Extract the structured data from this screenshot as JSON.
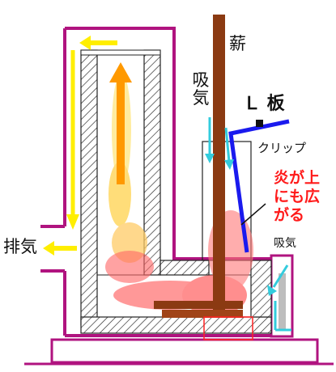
{
  "labels": {
    "firewood": "薪",
    "intake_top": "吸気",
    "l_plate": "Ｌ 板",
    "clip": "クリップ",
    "flame_note": "炎が上にも広がる",
    "exhaust": "排気",
    "intake_side": "吸気"
  },
  "colors": {
    "casing": "#b0137f",
    "firewood": "#8b3a12",
    "exhaust_arrow": "#ffee00",
    "flame_arrow": "#ff9900",
    "intake_arrow": "#33ccdd",
    "l_plate": "#1a1aee",
    "flame_text": "#ff1a1a",
    "hatch": "#222222"
  }
}
